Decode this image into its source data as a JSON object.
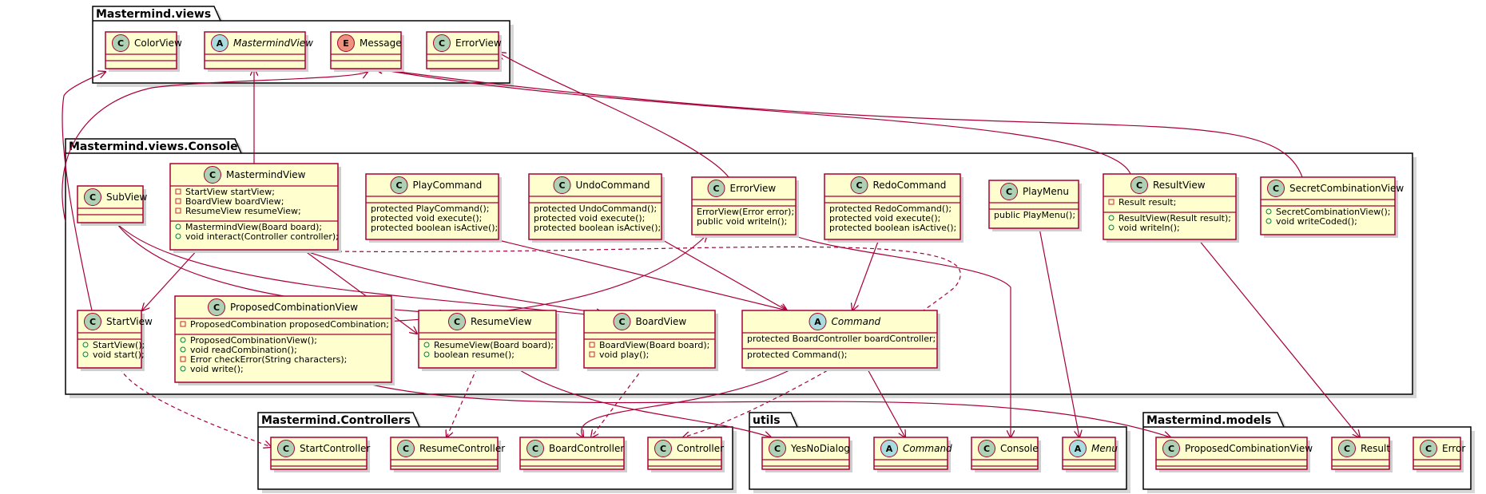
{
  "colors": {
    "class_fill": "#fefece",
    "class_border": "#a80036",
    "class_badge": "#add1b2",
    "abstract_badge": "#a9dcdf",
    "enum_badge": "#eb937f",
    "arrow": "#a80036",
    "private_marker": "#c82930",
    "public_marker": "#038048"
  },
  "packages": [
    {
      "id": "views",
      "title": "Mastermind.views"
    },
    {
      "id": "console",
      "title": "Mastermind.views.Console"
    },
    {
      "id": "controllers",
      "title": "Mastermind.Controllers"
    },
    {
      "id": "utils",
      "title": "utils"
    },
    {
      "id": "models",
      "title": "Mastermind.models"
    }
  ],
  "classes": [
    {
      "id": "v_colorview",
      "badge": "C",
      "name": "ColorView",
      "fields": [],
      "methods": []
    },
    {
      "id": "v_mastermindview",
      "badge": "A",
      "name": "MastermindView",
      "fields": [],
      "methods": []
    },
    {
      "id": "v_message",
      "badge": "E",
      "name": "Message",
      "fields": [],
      "methods": []
    },
    {
      "id": "v_errorview",
      "badge": "C",
      "name": "ErrorView",
      "fields": [],
      "methods": []
    },
    {
      "id": "c_subview",
      "badge": "C",
      "name": "SubView",
      "fields": [],
      "methods": []
    },
    {
      "id": "c_mastermindview",
      "badge": "C",
      "name": "MastermindView",
      "fields": [
        {
          "vis": "-",
          "text": "StartView startView;"
        },
        {
          "vis": "-",
          "text": "BoardView boardView;"
        },
        {
          "vis": "-",
          "text": "ResumeView resumeView;"
        }
      ],
      "methods": [
        {
          "vis": "+",
          "text": "MastermindView(Board board);"
        },
        {
          "vis": "+",
          "text": "void interact(Controller controller);"
        }
      ]
    },
    {
      "id": "c_playcommand",
      "badge": "C",
      "name": "PlayCommand",
      "fields": [],
      "methods": [
        {
          "vis": "",
          "text": "protected PlayCommand();"
        },
        {
          "vis": "",
          "text": "protected void execute();"
        },
        {
          "vis": "",
          "text": "protected boolean isActive();"
        }
      ]
    },
    {
      "id": "c_undocommand",
      "badge": "C",
      "name": "UndoCommand",
      "fields": [],
      "methods": [
        {
          "vis": "",
          "text": "protected UndoCommand();"
        },
        {
          "vis": "",
          "text": "protected void execute();"
        },
        {
          "vis": "",
          "text": "protected boolean isActive();"
        }
      ]
    },
    {
      "id": "c_errorview",
      "badge": "C",
      "name": "ErrorView",
      "fields": [],
      "methods": [
        {
          "vis": "",
          "text": "ErrorView(Error error);"
        },
        {
          "vis": "",
          "text": "public void writeln();"
        }
      ]
    },
    {
      "id": "c_redocommand",
      "badge": "C",
      "name": "RedoCommand",
      "fields": [],
      "methods": [
        {
          "vis": "",
          "text": "protected RedoCommand();"
        },
        {
          "vis": "",
          "text": "protected void execute();"
        },
        {
          "vis": "",
          "text": "protected boolean isActive();"
        }
      ]
    },
    {
      "id": "c_playmenu",
      "badge": "C",
      "name": "PlayMenu",
      "fields": [],
      "methods": [
        {
          "vis": "",
          "text": "public PlayMenu();"
        }
      ]
    },
    {
      "id": "c_resultview",
      "badge": "C",
      "name": "ResultView",
      "fields": [
        {
          "vis": "-",
          "text": "Result result;"
        }
      ],
      "methods": [
        {
          "vis": "+",
          "text": "ResultView(Result result);"
        },
        {
          "vis": "+",
          "text": "void writeln();"
        }
      ]
    },
    {
      "id": "c_secretview",
      "badge": "C",
      "name": "SecretCombinationView",
      "fields": [],
      "methods": [
        {
          "vis": "+",
          "text": "SecretCombinationView();"
        },
        {
          "vis": "+",
          "text": "void writeCoded();"
        }
      ]
    },
    {
      "id": "c_startview",
      "badge": "C",
      "name": "StartView",
      "fields": [],
      "methods": [
        {
          "vis": "+",
          "text": "StartView();"
        },
        {
          "vis": "+",
          "text": "void start();"
        }
      ]
    },
    {
      "id": "c_proposedview",
      "badge": "C",
      "name": "ProposedCombinationView",
      "fields": [
        {
          "vis": "-",
          "text": "ProposedCombination proposedCombination;"
        }
      ],
      "methods": [
        {
          "vis": "+",
          "text": "ProposedCombinationView();"
        },
        {
          "vis": "+",
          "text": "void readCombination();"
        },
        {
          "vis": "-",
          "text": "Error checkError(String characters);"
        },
        {
          "vis": "+",
          "text": "void write();"
        }
      ]
    },
    {
      "id": "c_resumeview",
      "badge": "C",
      "name": "ResumeView",
      "fields": [],
      "methods": [
        {
          "vis": "+",
          "text": "ResumeView(Board board);"
        },
        {
          "vis": "+",
          "text": "boolean resume();"
        }
      ]
    },
    {
      "id": "c_boardview",
      "badge": "C",
      "name": "BoardView",
      "fields": [],
      "methods": [
        {
          "vis": "-",
          "text": "BoardView(Board board);"
        },
        {
          "vis": "-",
          "text": "void play();"
        }
      ]
    },
    {
      "id": "c_command",
      "badge": "A",
      "name": "Command",
      "fields": [
        {
          "vis": "",
          "text": "protected BoardController boardController;"
        }
      ],
      "methods": [
        {
          "vis": "",
          "text": "protected Command();"
        }
      ]
    },
    {
      "id": "k_start",
      "badge": "C",
      "name": "StartController",
      "fields": [],
      "methods": []
    },
    {
      "id": "k_resume",
      "badge": "C",
      "name": "ResumeController",
      "fields": [],
      "methods": []
    },
    {
      "id": "k_board",
      "badge": "C",
      "name": "BoardController",
      "fields": [],
      "methods": []
    },
    {
      "id": "k_controller",
      "badge": "C",
      "name": "Controller",
      "fields": [],
      "methods": []
    },
    {
      "id": "u_yesno",
      "badge": "C",
      "name": "YesNoDialog",
      "fields": [],
      "methods": []
    },
    {
      "id": "u_command",
      "badge": "A",
      "name": "Command",
      "fields": [],
      "methods": []
    },
    {
      "id": "u_console",
      "badge": "C",
      "name": "Console",
      "fields": [],
      "methods": []
    },
    {
      "id": "u_menu",
      "badge": "A",
      "name": "Menu",
      "fields": [],
      "methods": []
    },
    {
      "id": "m_proposed",
      "badge": "C",
      "name": "ProposedCombinationView",
      "fields": [],
      "methods": []
    },
    {
      "id": "m_result",
      "badge": "C",
      "name": "Result",
      "fields": [],
      "methods": []
    },
    {
      "id": "m_error",
      "badge": "C",
      "name": "Error",
      "fields": [],
      "methods": []
    }
  ],
  "relations": [
    {
      "from": "c_mastermindview",
      "to": "v_mastermindview",
      "kind": "composition-arrow"
    },
    {
      "from": "c_mastermindview",
      "to": "c_startview",
      "kind": "composition-arrow"
    },
    {
      "from": "c_mastermindview",
      "to": "c_resumeview",
      "kind": "composition-arrow"
    },
    {
      "from": "c_mastermindview",
      "to": "c_boardview",
      "kind": "composition-arrow"
    },
    {
      "from": "c_mastermindview",
      "to": "k_controller",
      "kind": "dependency"
    },
    {
      "from": "c_errorview",
      "to": "v_errorview",
      "kind": "composition-arrow"
    },
    {
      "from": "c_errorview",
      "to": "u_console",
      "kind": "association"
    },
    {
      "from": "c_playcommand",
      "to": "c_command",
      "kind": "composition-arrow"
    },
    {
      "from": "c_undocommand",
      "to": "c_command",
      "kind": "composition-arrow"
    },
    {
      "from": "c_redocommand",
      "to": "c_command",
      "kind": "composition-arrow"
    },
    {
      "from": "c_playmenu",
      "to": "u_menu",
      "kind": "composition-arrow"
    },
    {
      "from": "c_resultview",
      "to": "m_result",
      "kind": "composition-arrow"
    },
    {
      "from": "c_resultview",
      "to": "v_message",
      "kind": "association"
    },
    {
      "from": "c_secretview",
      "to": "v_message",
      "kind": "association"
    },
    {
      "from": "c_subview",
      "to": "c_resumeview",
      "kind": "composition"
    },
    {
      "from": "c_subview",
      "to": "c_boardview",
      "kind": "composition"
    },
    {
      "from": "c_startview",
      "to": "v_colorview",
      "kind": "association"
    },
    {
      "from": "c_startview",
      "to": "k_start",
      "kind": "dependency"
    },
    {
      "from": "c_proposedview",
      "to": "v_message",
      "kind": "association"
    },
    {
      "from": "c_proposedview",
      "to": "c_errorview",
      "kind": "association"
    },
    {
      "from": "c_proposedview",
      "to": "m_proposed",
      "kind": "composition-arrow"
    },
    {
      "from": "c_resumeview",
      "to": "k_resume",
      "kind": "dependency"
    },
    {
      "from": "c_resumeview",
      "to": "u_yesno",
      "kind": "association"
    },
    {
      "from": "c_boardview",
      "to": "k_board",
      "kind": "dependency"
    },
    {
      "from": "c_command",
      "to": "k_board",
      "kind": "association"
    },
    {
      "from": "c_command",
      "to": "u_command",
      "kind": "composition-arrow"
    }
  ]
}
